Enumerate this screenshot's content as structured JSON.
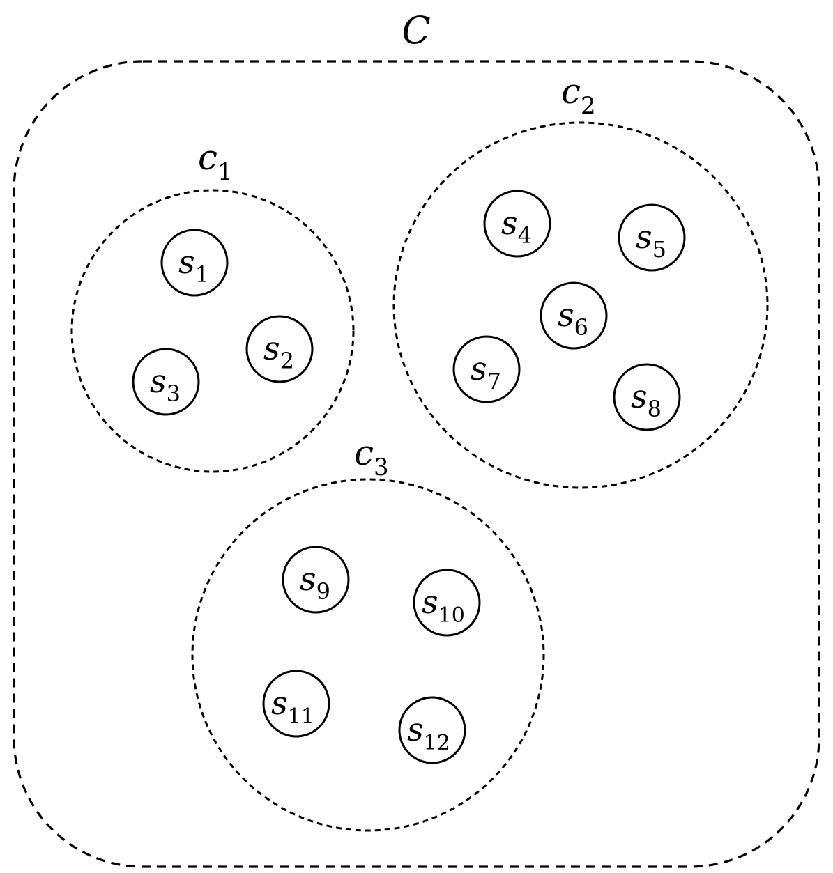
{
  "outer": {
    "label": "C"
  },
  "clusters": [
    {
      "letter": "c",
      "index": "1",
      "nodes": [
        {
          "letter": "s",
          "index": "1"
        },
        {
          "letter": "s",
          "index": "2"
        },
        {
          "letter": "s",
          "index": "3"
        }
      ]
    },
    {
      "letter": "c",
      "index": "2",
      "nodes": [
        {
          "letter": "s",
          "index": "4"
        },
        {
          "letter": "s",
          "index": "5"
        },
        {
          "letter": "s",
          "index": "6"
        },
        {
          "letter": "s",
          "index": "7"
        },
        {
          "letter": "s",
          "index": "8"
        }
      ]
    },
    {
      "letter": "c",
      "index": "3",
      "nodes": [
        {
          "letter": "s",
          "index": "9"
        },
        {
          "letter": "s",
          "index": "10"
        },
        {
          "letter": "s",
          "index": "11"
        },
        {
          "letter": "s",
          "index": "12"
        }
      ]
    }
  ]
}
